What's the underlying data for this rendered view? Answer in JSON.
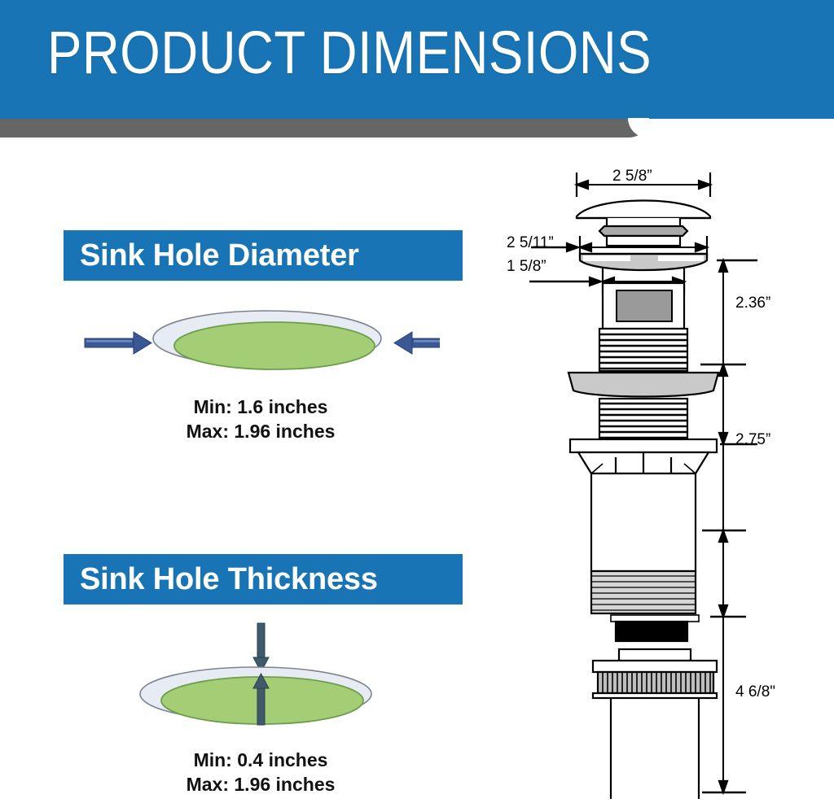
{
  "header": {
    "title": "PRODUCT DIMENSIONS",
    "banner_color": "#1874B4",
    "shadow_color": "#666666"
  },
  "sections": [
    {
      "badge_label": "Sink Hole Diameter",
      "illustration": "sink-hole-diameter-ellipse-with-inward-arrows",
      "captions": [
        "Min: 1.6 inches",
        "Max: 1.96 inches"
      ]
    },
    {
      "badge_label": "Sink Hole Thickness",
      "illustration": "sink-hole-thickness-ellipse-with-vertical-arrows",
      "captions": [
        "Min: 0.4 inches",
        "Max: 1.96 inches"
      ]
    }
  ],
  "technical_drawing": {
    "name": "pop-up-drain-stopper-cross-section",
    "dimensions": {
      "cap_width": "2 5/8”",
      "flange_outer": "2 5/11”",
      "flange_inner": "1 5/8”",
      "upper_height": "2.36”",
      "middle_height": "2.75”",
      "tube_height": "4 6/8\""
    }
  },
  "colors": {
    "accent_blue": "#1874B4",
    "arrow_navy": "#34528F",
    "arrow_slate": "#3E5A6B",
    "ellipse_green": "#A4CE76",
    "ellipse_green_stroke": "#6E9E4C",
    "ellipse_outer": "#E7EBF3",
    "ellipse_outer_stroke": "#8A8F99",
    "line_black": "#000000",
    "metal_gray": "#9A9A9A",
    "shadow_gray": "#666666"
  }
}
